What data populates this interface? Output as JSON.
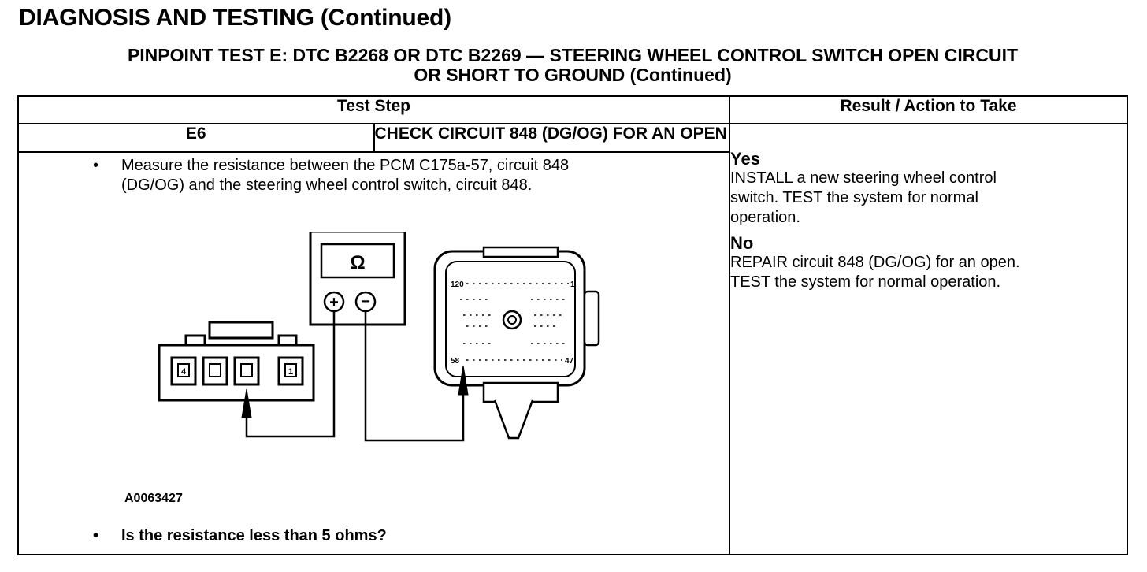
{
  "header": {
    "section_title": "DIAGNOSIS AND TESTING (Continued)",
    "test_title_line1": "PINPOINT TEST E: DTC B2268 OR DTC B2269 — STEERING WHEEL CONTROL SWITCH OPEN CIRCUIT",
    "test_title_line2": "OR SHORT TO GROUND (Continued)"
  },
  "table": {
    "col_test_step": "Test Step",
    "col_result": "Result / Action to Take",
    "step": {
      "id": "E6",
      "title": "CHECK CIRCUIT 848 (DG/OG) FOR AN OPEN",
      "bullet_mark": "•",
      "instruction_line1": "Measure the resistance between the PCM C175a-57, circuit 848",
      "instruction_line2": "(DG/OG) and the steering wheel control switch, circuit 848.",
      "figure_id": "A0063427",
      "question": "Is the resistance less than 5 ohms?",
      "figure_text": {
        "meter_symbol": "Ω",
        "plus": "+",
        "minus": "−",
        "pin_4": "4",
        "pin_1": "1",
        "pin_120": "120",
        "pin_1_right": "1",
        "pin_58": "58",
        "pin_47": "47"
      }
    },
    "results": {
      "yes_label": "Yes",
      "yes_line1": "INSTALL a new steering wheel control",
      "yes_line2": "switch. TEST the system for normal",
      "yes_line3": "operation.",
      "no_label": "No",
      "no_line1": "REPAIR circuit 848 (DG/OG) for an open.",
      "no_line2": "TEST the system for normal operation."
    }
  }
}
